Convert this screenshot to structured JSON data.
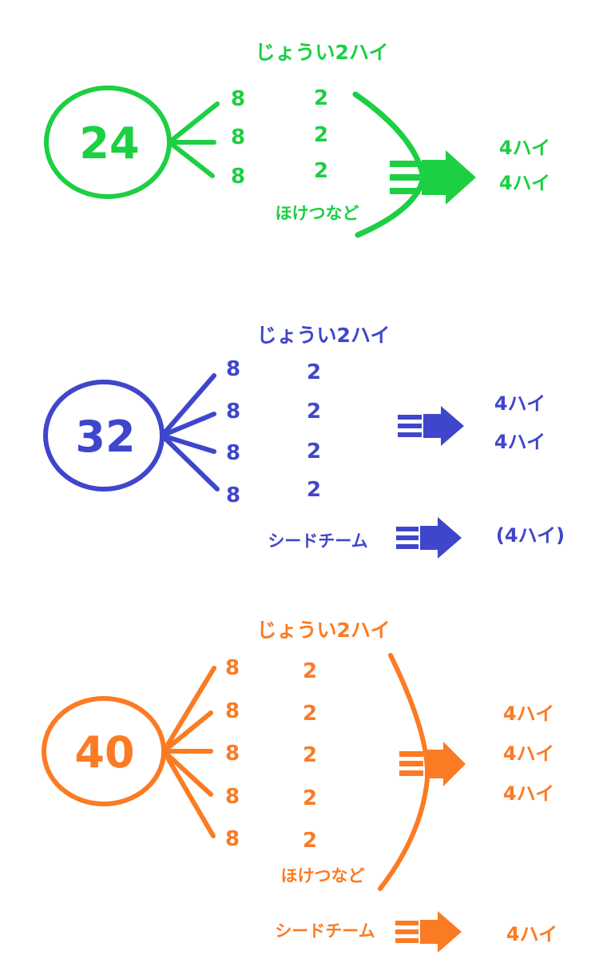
{
  "colors": {
    "green": "#1ccf43",
    "blue": "#3f46cc",
    "orange": "#fb7b24"
  },
  "diagrams": [
    {
      "total": "24",
      "color": "green",
      "header": "じょうい2ハイ",
      "groups": [
        "8",
        "8",
        "8"
      ],
      "qualifiers": [
        "2",
        "2",
        "2"
      ],
      "extra_label": "ほけつなど",
      "results": [
        "4ハイ",
        "4ハイ"
      ],
      "seed_label": "",
      "seed_result": ""
    },
    {
      "total": "32",
      "color": "blue",
      "header": "じょうい2ハイ",
      "groups": [
        "8",
        "8",
        "8",
        "8"
      ],
      "qualifiers": [
        "2",
        "2",
        "2",
        "2"
      ],
      "extra_label": "",
      "results": [
        "4ハイ",
        "4ハイ"
      ],
      "seed_label": "シードチーム",
      "seed_result": "(4ハイ)"
    },
    {
      "total": "40",
      "color": "orange",
      "header": "じょうい2ハイ",
      "groups": [
        "8",
        "8",
        "8",
        "8",
        "8"
      ],
      "qualifiers": [
        "2",
        "2",
        "2",
        "2",
        "2"
      ],
      "extra_label": "ほけつなど",
      "results": [
        "4ハイ",
        "4ハイ",
        "4ハイ"
      ],
      "seed_label": "シードチーム",
      "seed_result": "4ハイ"
    }
  ]
}
